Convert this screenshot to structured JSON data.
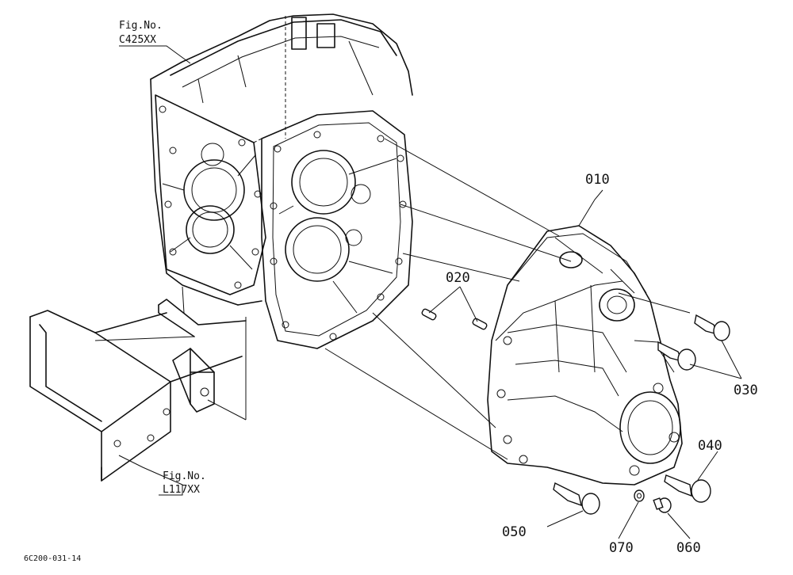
{
  "figure_refs": {
    "upper": {
      "line1": "Fig.No.",
      "line2": "C425XX"
    },
    "lower": {
      "line1": "Fig.No.",
      "line2": "L117XX"
    }
  },
  "parts": {
    "p010": "010",
    "p020": "020",
    "p030": "030",
    "p040": "040",
    "p050": "050",
    "p060": "060",
    "p070": "070"
  },
  "diagram_code": "6C200-031-14"
}
